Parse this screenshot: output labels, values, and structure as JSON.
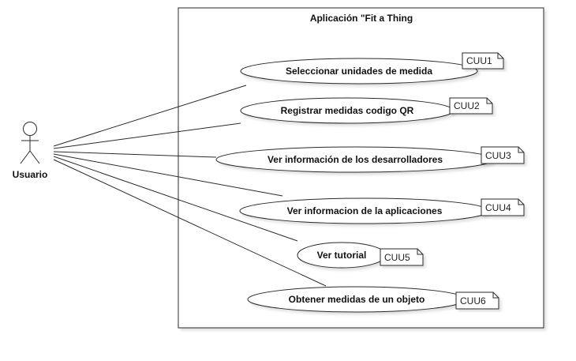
{
  "system": {
    "title": "Aplicación \"Fit a Thing"
  },
  "actor": {
    "name": "Usuario"
  },
  "use_cases": [
    {
      "label": "Seleccionar unidades de medida",
      "note": "CUU1"
    },
    {
      "label": "Registrar medidas codigo QR",
      "note": "CUU2"
    },
    {
      "label": "Ver información de los desarrolladores",
      "note": "CUU3"
    },
    {
      "label": "Ver informacion de la aplicaciones",
      "note": "CUU4"
    },
    {
      "label": "Ver tutorial",
      "note": "CUU5"
    },
    {
      "label": "Obtener medidas de un objeto",
      "note": "CUU6"
    }
  ]
}
